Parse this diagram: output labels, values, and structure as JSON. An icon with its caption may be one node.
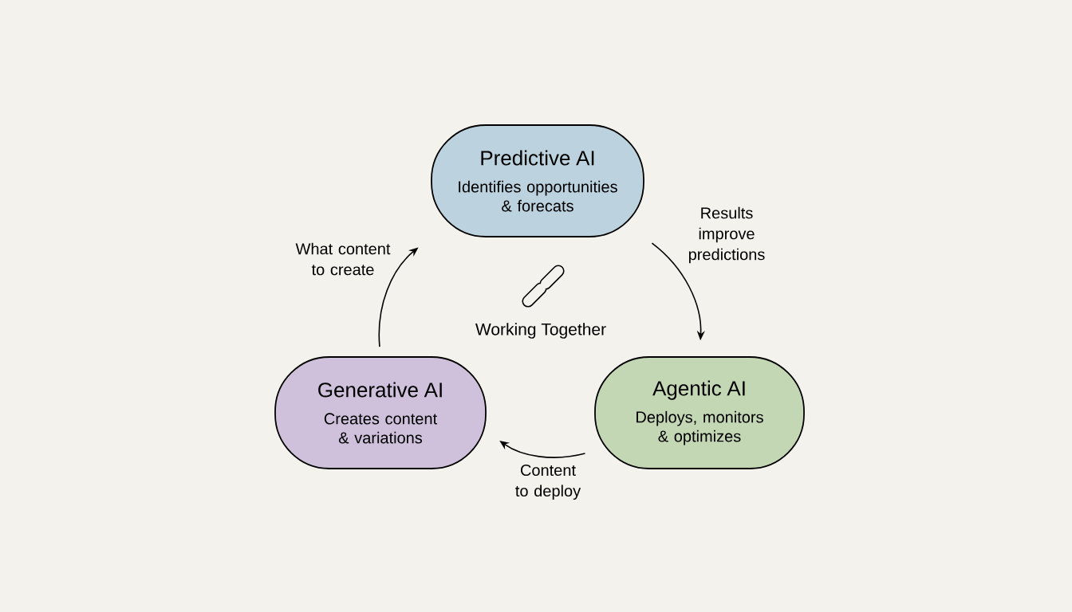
{
  "diagram": {
    "nodes": [
      {
        "text": [
          "Predictive AI",
          "Identifies opportunities & forecats"
        ]
      },
      {
        "text": [
          "Generative AI",
          "Creates content & variations"
        ]
      },
      {
        "text": [
          "Agentic AI",
          "Deploys, monitors & optimizes"
        ]
      }
    ],
    "edges": [
      {
        "from": 0,
        "to": 2,
        "arrow": "to",
        "label": "Results improve predictions"
      },
      {
        "from": 2,
        "to": 1,
        "arrow": "to",
        "label": "Content to deploy"
      },
      {
        "from": 1,
        "to": 0,
        "arrow": "to",
        "label": "What content to create"
      }
    ],
    "labels": [
      "Working Together"
    ]
  }
}
